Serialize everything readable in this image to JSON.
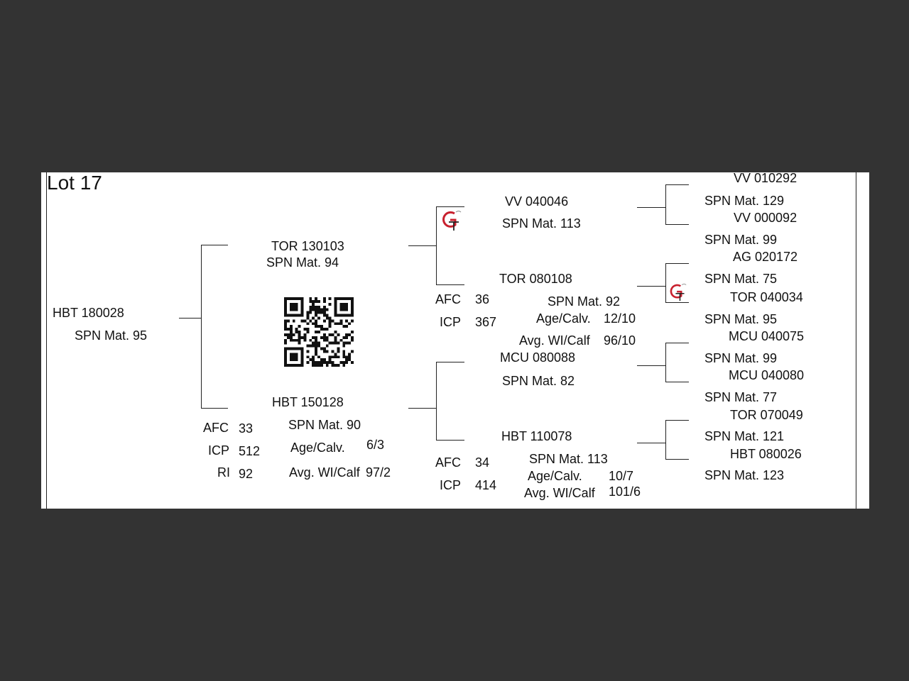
{
  "lot": "Lot 17",
  "animal": {
    "id": "HBT 180028",
    "spn": "SPN Mat. 95"
  },
  "sire": {
    "id": "TOR 130103",
    "spn": "SPN Mat. 94",
    "sire": {
      "id": "VV  040046",
      "spn": "SPN Mat. 113",
      "sire": {
        "id": "VV  010292",
        "spn": "SPN Mat. 129"
      },
      "dam": {
        "id": "VV  000092",
        "spn": "SPN Mat. 99"
      }
    },
    "dam": {
      "id": "TOR 080108",
      "spn": "SPN Mat. 92",
      "afc_label": "AFC",
      "afc": "36",
      "icp_label": "ICP",
      "icp": "367",
      "age_label": "Age/Calv.",
      "age": "12/10",
      "wi_label": "Avg. WI/Calf",
      "wi": "96/10",
      "sire": {
        "id": "AG  020172",
        "spn": "SPN Mat. 75"
      },
      "dam": {
        "id": "TOR 040034",
        "spn": "SPN Mat. 95"
      }
    }
  },
  "dam": {
    "id": "HBT 150128",
    "spn": "SPN Mat. 90",
    "afc_label": "AFC",
    "afc": "33",
    "icp_label": "ICP",
    "icp": "512",
    "ri_label": "RI",
    "ri": "92",
    "age_label": "Age/Calv.",
    "age": "6/3",
    "wi_label": "Avg. WI/Calf",
    "wi": "97/2",
    "sire": {
      "id": "MCU 080088",
      "spn": "SPN Mat. 82",
      "sire": {
        "id": "MCU 040075",
        "spn": "SPN Mat. 99"
      },
      "dam": {
        "id": "MCU 040080",
        "spn": "SPN Mat. 77"
      }
    },
    "dam": {
      "id": "HBT 110078",
      "spn": "SPN Mat. 113",
      "afc_label": "AFC",
      "afc": "34",
      "icp_label": "ICP",
      "icp": "414",
      "age_label": "Age/Calv.",
      "age": "10/7",
      "wi_label": "Avg. WI/Calf",
      "wi": "101/6",
      "sire": {
        "id": "TOR 070049",
        "spn": "SPN Mat. 121"
      },
      "dam": {
        "id": "HBT 080026",
        "spn": "SPN Mat. 123"
      }
    }
  },
  "icons": {
    "breeder_logo": "gt-logo-icon",
    "qr": "qr-code-icon"
  },
  "colors": {
    "background": "#333333",
    "sheet": "#ffffff",
    "logo_red": "#c8202e"
  }
}
